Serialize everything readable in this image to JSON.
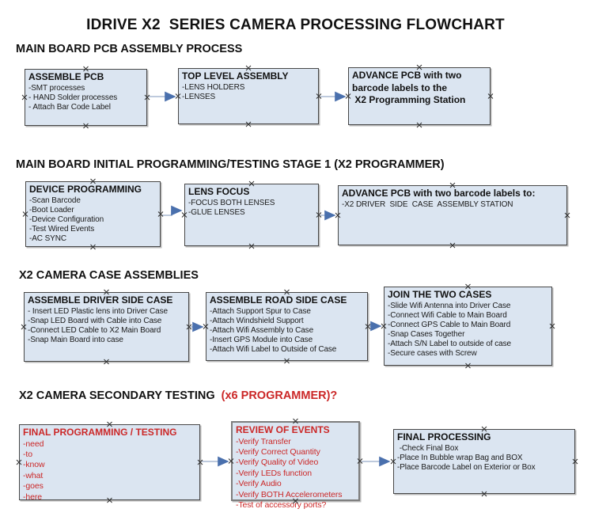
{
  "title": "IDRIVE X2  SERIES CAMERA PROCESSING FLOWCHART",
  "colors": {
    "box_fill": "#dbe5f1",
    "box_border": "#474747",
    "red_text": "#cb2727",
    "arrow_line": "#a9b9d2",
    "arrow_head": "#4a70ad"
  },
  "sections": [
    {
      "heading": "MAIN BOARD PCB ASSEMBLY PROCESS",
      "boxes": [
        {
          "title": "ASSEMBLE PCB",
          "items": [
            "-SMT processes",
            "- HAND Solder processes",
            "- Attach Bar Code Label"
          ]
        },
        {
          "title": "TOP LEVEL ASSEMBLY",
          "items": [
            "-LENS HOLDERS",
            "-LENSES"
          ]
        },
        {
          "title": "ADVANCE PCB with two\nbarcode labels to the\n X2 Programming Station",
          "items": []
        }
      ]
    },
    {
      "heading": "MAIN BOARD INITIAL PROGRAMMING/TESTING STAGE 1 (X2 PROGRAMMER)",
      "boxes": [
        {
          "title": "DEVICE PROGRAMMING",
          "items": [
            "-Scan Barcode",
            "-Boot Loader",
            "-Device Configuration",
            "-Test Wired Events",
            "-AC SYNC"
          ]
        },
        {
          "title": "LENS FOCUS",
          "items": [
            "-FOCUS BOTH LENSES",
            "-GLUE LENSES"
          ]
        },
        {
          "title": "ADVANCE PCB with two barcode labels to:",
          "items": [
            "-X2 DRIVER  SIDE  CASE  ASSEMBLY STATION"
          ]
        }
      ]
    },
    {
      "heading": "X2 CAMERA CASE ASSEMBLIES",
      "boxes": [
        {
          "title": "ASSEMBLE DRIVER SIDE CASE",
          "items": [
            "- Insert LED Plastic lens into Driver Case",
            "-Snap LED Board with Cable into Case",
            "-Connect LED Cable to X2 Main Board",
            "-Snap Main Board into case"
          ]
        },
        {
          "title": "ASSEMBLE ROAD SIDE CASE",
          "items": [
            "-Attach Support Spur to Case",
            "-Attach Windshield Support",
            "-Attach Wifi Assembly to Case",
            "-Insert GPS Module into Case",
            "-Attach Wifi Label to Outside of Case"
          ]
        },
        {
          "title": "JOIN THE TWO CASES",
          "items": [
            "-Slide Wifi Antenna into Driver Case",
            "-Connect Wifi Cable to Main Board",
            "-Connect GPS Cable to Main Board",
            "-Snap Cases Together",
            "-Attach S/N Label to outside of case",
            "-Secure cases with Screw"
          ]
        }
      ]
    },
    {
      "heading_black": "X2 CAMERA SECONDARY TESTING ",
      "heading_red": " (x6 PROGRAMMER)?",
      "boxes": [
        {
          "title": "FINAL PROGRAMMING / TESTING",
          "items": [
            "-need",
            "-to",
            "-know",
            "-what",
            "-goes",
            "-here"
          ]
        },
        {
          "title": "REVIEW OF EVENTS",
          "items": [
            "-Verify Transfer",
            "-Verify Correct Quantity",
            "-Verify Quality of Video",
            "-Verify LEDs function",
            "-Verify Audio",
            "-Verify BOTH Accelerometers",
            "-Test of accessory ports?"
          ]
        },
        {
          "title": "FINAL PROCESSING",
          "items": [
            " -Check Final Box",
            "-Place In Bubble wrap Bag and BOX",
            "-Place Barcode Label on Exterior or Box"
          ]
        }
      ]
    }
  ]
}
